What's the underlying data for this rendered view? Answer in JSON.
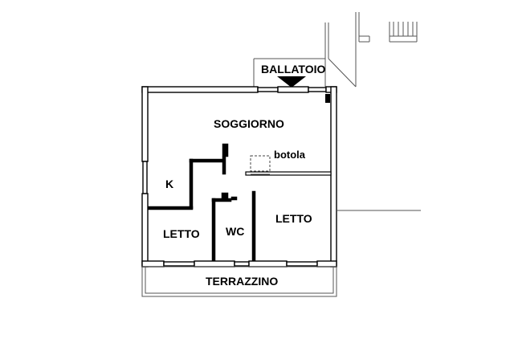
{
  "plan": {
    "rooms": {
      "ballatoio": "BALLATOIO",
      "soggiorno": "SOGGIORNO",
      "botola": "botola",
      "k": "K",
      "letto_left": "LETTO",
      "wc": "WC",
      "letto_right": "LETTO",
      "terrazzino": "TERRAZZINO"
    },
    "colors": {
      "wall": "#000000",
      "wall_fill": "#ffffff",
      "thin_line": "#555555",
      "background": "#ffffff"
    }
  }
}
